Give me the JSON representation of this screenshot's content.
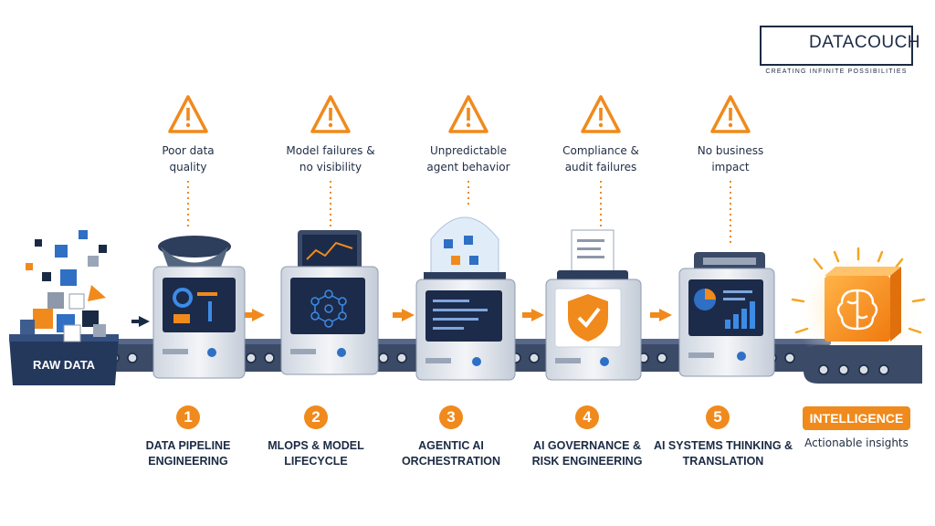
{
  "brand": {
    "name_part1": "DATA",
    "name_part2": "COUCH",
    "tagline": "CREATING INFINITE POSSIBILITIES"
  },
  "input_label": "RAW DATA",
  "stages": [
    {
      "number": "1",
      "title_line1": "DATA PIPELINE",
      "title_line2": "ENGINEERING",
      "risk_line1": "Poor data",
      "risk_line2": "quality",
      "icon": "gear-icon"
    },
    {
      "number": "2",
      "title_line1": "MLOPS & MODEL",
      "title_line2": "LIFECYCLE",
      "risk_line1": "Model failures &",
      "risk_line2": "no visibility",
      "icon": "network-icon"
    },
    {
      "number": "3",
      "title_line1": "AGENTIC AI",
      "title_line2": "ORCHESTRATION",
      "risk_line1": "Unpredictable",
      "risk_line2": "agent behavior",
      "icon": "dashboard-icon"
    },
    {
      "number": "4",
      "title_line1": "AI GOVERNANCE &",
      "title_line2": "RISK ENGINEERING",
      "risk_line1": "Compliance &",
      "risk_line2": "audit failures",
      "icon": "shield-check-icon"
    },
    {
      "number": "5",
      "title_line1": "AI SYSTEMS THINKING &",
      "title_line2": "TRANSLATION",
      "risk_line1": "No business",
      "risk_line2": "impact",
      "icon": "pie-chart-icon"
    }
  ],
  "output": {
    "label": "INTELLIGENCE",
    "sublabel": "Actionable insights",
    "icon": "brain-icon"
  },
  "colors": {
    "accent": "#f08a1c",
    "navy": "#1b2a44",
    "machine": "#e3e8ef",
    "screen": "#1c2b4a"
  }
}
